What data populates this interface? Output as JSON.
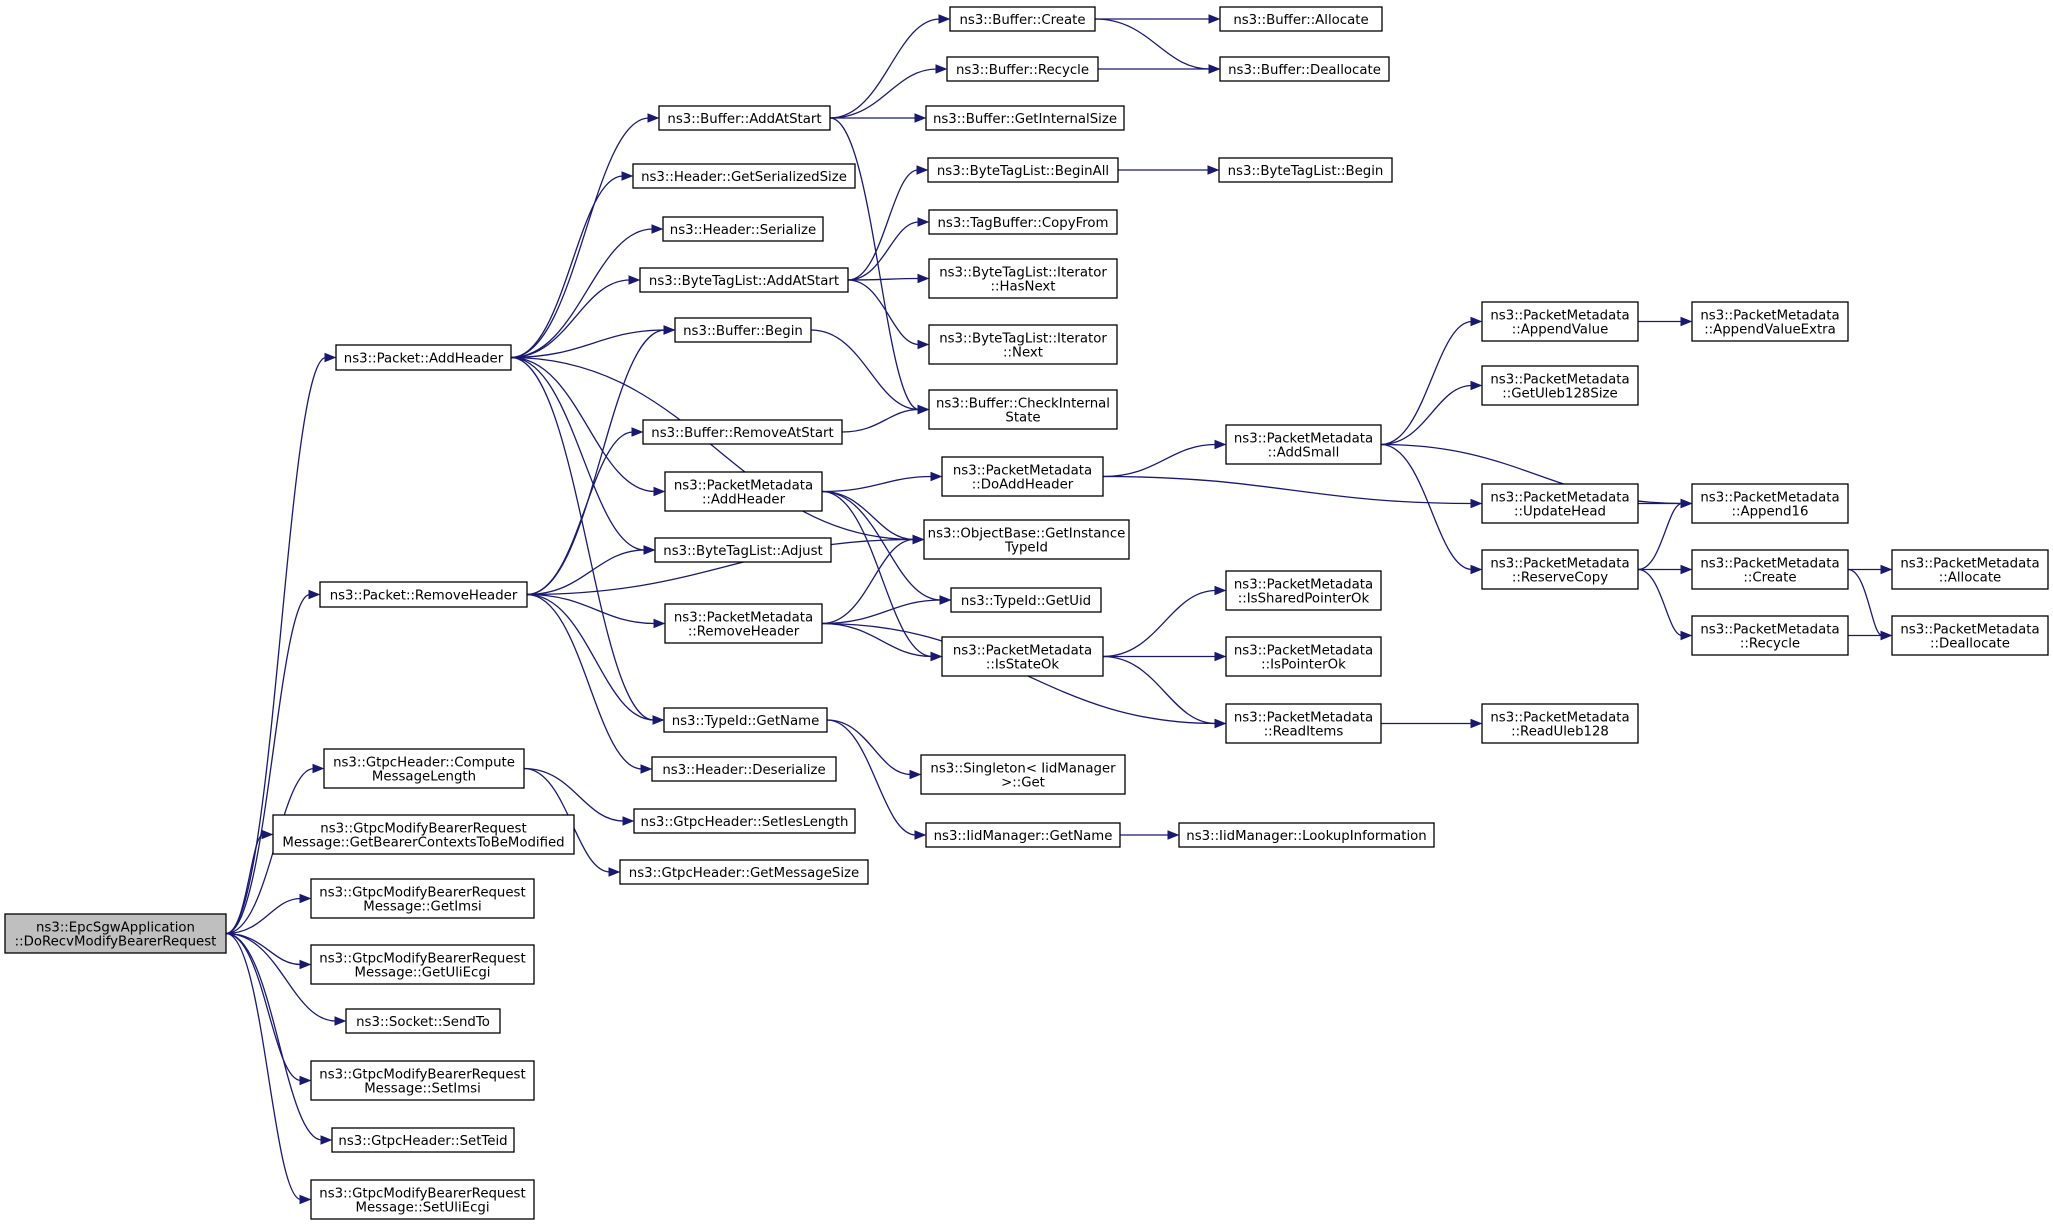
{
  "diagram": {
    "type": "call-graph",
    "root": "n0",
    "nodes": [
      {
        "id": "n0",
        "lines": [
          "ns3::EpcSgwApplication",
          "::DoRecvModifyBearerRequest"
        ]
      },
      {
        "id": "n1",
        "lines": [
          "ns3::Packet::AddHeader"
        ]
      },
      {
        "id": "n2",
        "lines": [
          "ns3::Packet::RemoveHeader"
        ]
      },
      {
        "id": "n3",
        "lines": [
          "ns3::GtpcHeader::Compute",
          "MessageLength"
        ]
      },
      {
        "id": "n4",
        "lines": [
          "ns3::GtpcModifyBearerRequest",
          "Message::GetBearerContextsToBeModified"
        ]
      },
      {
        "id": "n5",
        "lines": [
          "ns3::GtpcModifyBearerRequest",
          "Message::GetImsi"
        ]
      },
      {
        "id": "n6",
        "lines": [
          "ns3::GtpcModifyBearerRequest",
          "Message::GetUliEcgi"
        ]
      },
      {
        "id": "n7",
        "lines": [
          "ns3::Socket::SendTo"
        ]
      },
      {
        "id": "n8",
        "lines": [
          "ns3::GtpcModifyBearerRequest",
          "Message::SetImsi"
        ]
      },
      {
        "id": "n9",
        "lines": [
          "ns3::GtpcHeader::SetTeid"
        ]
      },
      {
        "id": "n10",
        "lines": [
          "ns3::GtpcModifyBearerRequest",
          "Message::SetUliEcgi"
        ]
      },
      {
        "id": "n11",
        "lines": [
          "ns3::Buffer::AddAtStart"
        ]
      },
      {
        "id": "n12",
        "lines": [
          "ns3::Header::GetSerializedSize"
        ]
      },
      {
        "id": "n13",
        "lines": [
          "ns3::Header::Serialize"
        ]
      },
      {
        "id": "n14",
        "lines": [
          "ns3::ByteTagList::AddAtStart"
        ]
      },
      {
        "id": "n15",
        "lines": [
          "ns3::Buffer::Begin"
        ]
      },
      {
        "id": "n16",
        "lines": [
          "ns3::Buffer::RemoveAtStart"
        ]
      },
      {
        "id": "n17",
        "lines": [
          "ns3::PacketMetadata",
          "::AddHeader"
        ]
      },
      {
        "id": "n18",
        "lines": [
          "ns3::ByteTagList::Adjust"
        ]
      },
      {
        "id": "n19",
        "lines": [
          "ns3::PacketMetadata",
          "::RemoveHeader"
        ]
      },
      {
        "id": "n20",
        "lines": [
          "ns3::TypeId::GetName"
        ]
      },
      {
        "id": "n21",
        "lines": [
          "ns3::Header::Deserialize"
        ]
      },
      {
        "id": "n22",
        "lines": [
          "ns3::GtpcHeader::SetIesLength"
        ]
      },
      {
        "id": "n23",
        "lines": [
          "ns3::GtpcHeader::GetMessageSize"
        ]
      },
      {
        "id": "n24",
        "lines": [
          "ns3::Buffer::Create"
        ]
      },
      {
        "id": "n25",
        "lines": [
          "ns3::Buffer::Recycle"
        ]
      },
      {
        "id": "n26",
        "lines": [
          "ns3::Buffer::GetInternalSize"
        ]
      },
      {
        "id": "n27",
        "lines": [
          "ns3::ByteTagList::BeginAll"
        ]
      },
      {
        "id": "n28",
        "lines": [
          "ns3::TagBuffer::CopyFrom"
        ]
      },
      {
        "id": "n29",
        "lines": [
          "ns3::ByteTagList::Iterator",
          "::HasNext"
        ]
      },
      {
        "id": "n30",
        "lines": [
          "ns3::ByteTagList::Iterator",
          "::Next"
        ]
      },
      {
        "id": "n31",
        "lines": [
          "ns3::Buffer::CheckInternal",
          "State"
        ]
      },
      {
        "id": "n32",
        "lines": [
          "ns3::PacketMetadata",
          "::DoAddHeader"
        ]
      },
      {
        "id": "n33",
        "lines": [
          "ns3::ObjectBase::GetInstance",
          "TypeId"
        ]
      },
      {
        "id": "n34",
        "lines": [
          "ns3::TypeId::GetUid"
        ]
      },
      {
        "id": "n35",
        "lines": [
          "ns3::PacketMetadata",
          "::IsStateOk"
        ]
      },
      {
        "id": "n36",
        "lines": [
          "ns3::Singleton< IidManager",
          " >::Get"
        ]
      },
      {
        "id": "n37",
        "lines": [
          "ns3::IidManager::GetName"
        ]
      },
      {
        "id": "n38",
        "lines": [
          "ns3::Buffer::Allocate"
        ]
      },
      {
        "id": "n39",
        "lines": [
          "ns3::Buffer::Deallocate"
        ]
      },
      {
        "id": "n40",
        "lines": [
          "ns3::ByteTagList::Begin"
        ]
      },
      {
        "id": "n41",
        "lines": [
          "ns3::PacketMetadata",
          "::AddSmall"
        ]
      },
      {
        "id": "n42",
        "lines": [
          "ns3::PacketMetadata",
          "::IsSharedPointerOk"
        ]
      },
      {
        "id": "n43",
        "lines": [
          "ns3::PacketMetadata",
          "::IsPointerOk"
        ]
      },
      {
        "id": "n44",
        "lines": [
          "ns3::PacketMetadata",
          "::ReadItems"
        ]
      },
      {
        "id": "n45",
        "lines": [
          "ns3::IidManager::LookupInformation"
        ]
      },
      {
        "id": "n46",
        "lines": [
          "ns3::PacketMetadata",
          "::AppendValue"
        ]
      },
      {
        "id": "n47",
        "lines": [
          "ns3::PacketMetadata",
          "::GetUleb128Size"
        ]
      },
      {
        "id": "n48",
        "lines": [
          "ns3::PacketMetadata",
          "::UpdateHead"
        ]
      },
      {
        "id": "n49",
        "lines": [
          "ns3::PacketMetadata",
          "::ReserveCopy"
        ]
      },
      {
        "id": "n50",
        "lines": [
          "ns3::PacketMetadata",
          "::ReadUleb128"
        ]
      },
      {
        "id": "n51",
        "lines": [
          "ns3::PacketMetadata",
          "::AppendValueExtra"
        ]
      },
      {
        "id": "n52",
        "lines": [
          "ns3::PacketMetadata",
          "::Append16"
        ]
      },
      {
        "id": "n53",
        "lines": [
          "ns3::PacketMetadata",
          "::Create"
        ]
      },
      {
        "id": "n54",
        "lines": [
          "ns3::PacketMetadata",
          "::Recycle"
        ]
      },
      {
        "id": "n55",
        "lines": [
          "ns3::PacketMetadata",
          "::Allocate"
        ]
      },
      {
        "id": "n56",
        "lines": [
          "ns3::PacketMetadata",
          "::Deallocate"
        ]
      }
    ],
    "edges": [
      [
        "n0",
        "n1"
      ],
      [
        "n0",
        "n2"
      ],
      [
        "n0",
        "n3"
      ],
      [
        "n0",
        "n4"
      ],
      [
        "n0",
        "n5"
      ],
      [
        "n0",
        "n6"
      ],
      [
        "n0",
        "n7"
      ],
      [
        "n0",
        "n8"
      ],
      [
        "n0",
        "n9"
      ],
      [
        "n0",
        "n10"
      ],
      [
        "n1",
        "n11"
      ],
      [
        "n1",
        "n12"
      ],
      [
        "n1",
        "n13"
      ],
      [
        "n1",
        "n14"
      ],
      [
        "n1",
        "n15"
      ],
      [
        "n1",
        "n17"
      ],
      [
        "n1",
        "n18"
      ],
      [
        "n1",
        "n20"
      ],
      [
        "n1",
        "n33"
      ],
      [
        "n2",
        "n15"
      ],
      [
        "n2",
        "n16"
      ],
      [
        "n2",
        "n18"
      ],
      [
        "n2",
        "n19"
      ],
      [
        "n2",
        "n20"
      ],
      [
        "n2",
        "n21"
      ],
      [
        "n2",
        "n33"
      ],
      [
        "n3",
        "n22"
      ],
      [
        "n3",
        "n23"
      ],
      [
        "n11",
        "n24"
      ],
      [
        "n11",
        "n25"
      ],
      [
        "n11",
        "n26"
      ],
      [
        "n11",
        "n31"
      ],
      [
        "n14",
        "n27"
      ],
      [
        "n14",
        "n28"
      ],
      [
        "n14",
        "n29"
      ],
      [
        "n14",
        "n30"
      ],
      [
        "n15",
        "n31"
      ],
      [
        "n16",
        "n31"
      ],
      [
        "n17",
        "n32"
      ],
      [
        "n17",
        "n33"
      ],
      [
        "n17",
        "n34"
      ],
      [
        "n17",
        "n35"
      ],
      [
        "n19",
        "n33"
      ],
      [
        "n19",
        "n34"
      ],
      [
        "n19",
        "n35"
      ],
      [
        "n19",
        "n44"
      ],
      [
        "n20",
        "n36"
      ],
      [
        "n20",
        "n37"
      ],
      [
        "n24",
        "n38"
      ],
      [
        "n24",
        "n39"
      ],
      [
        "n25",
        "n39"
      ],
      [
        "n27",
        "n40"
      ],
      [
        "n32",
        "n41"
      ],
      [
        "n32",
        "n48"
      ],
      [
        "n35",
        "n42"
      ],
      [
        "n35",
        "n43"
      ],
      [
        "n35",
        "n44"
      ],
      [
        "n37",
        "n45"
      ],
      [
        "n41",
        "n46"
      ],
      [
        "n41",
        "n47"
      ],
      [
        "n41",
        "n49"
      ],
      [
        "n41",
        "n52"
      ],
      [
        "n44",
        "n50"
      ],
      [
        "n46",
        "n51"
      ],
      [
        "n48",
        "n52"
      ],
      [
        "n49",
        "n52"
      ],
      [
        "n49",
        "n53"
      ],
      [
        "n49",
        "n54"
      ],
      [
        "n53",
        "n55"
      ],
      [
        "n53",
        "n56"
      ],
      [
        "n54",
        "n56"
      ]
    ]
  }
}
